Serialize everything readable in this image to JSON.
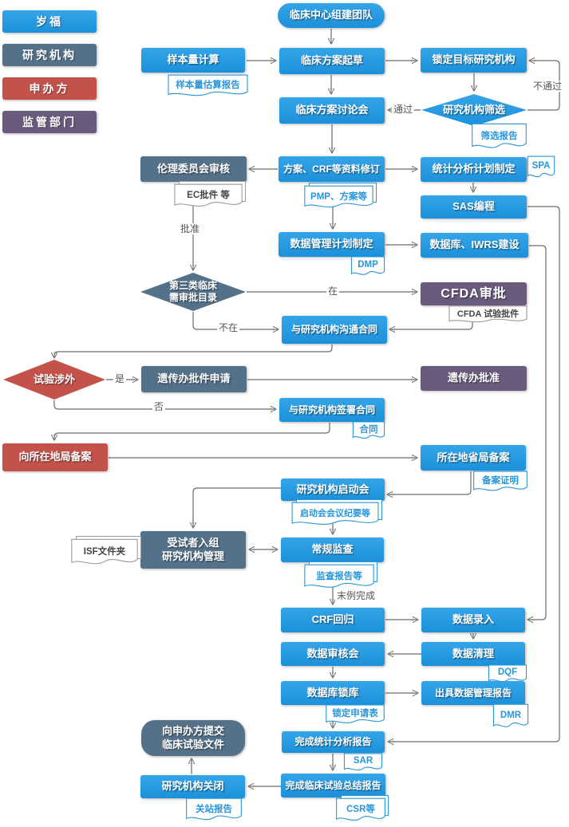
{
  "legend": {
    "items": [
      {
        "label": "岁福",
        "color": "#2197e0"
      },
      {
        "label": "研究机构",
        "color": "#54718a"
      },
      {
        "label": "申办方",
        "color": "#c3524b"
      },
      {
        "label": "监管部门",
        "color": "#6a5b7e"
      }
    ]
  },
  "nodes": {
    "team": "临床中心组建团队",
    "sample": "样本量计算",
    "draft": "临床方案起草",
    "lock_target": "锁定目标研究机构",
    "screening": "研究机构筛选",
    "discussion": "临床方案讨论会",
    "ethics": "伦理委员会审核",
    "revise": "方案、CRF等资料修订",
    "sap": "统计分析计划制定",
    "sas": "SAS编程",
    "dmp_plan": "数据管理计划制定",
    "iwrs": "数据库、IWRS建设",
    "cat3": [
      "第三类临床",
      "需审批目录"
    ],
    "cfda": "CFDA审批",
    "comm_contract": "与研究机构沟通合同",
    "foreign": "试验涉外",
    "genetic_apply": "遗传办批件申请",
    "genetic_approve": "遗传办批准",
    "sign_contract": "与研究机构签署合同",
    "local_filing": "向所在地局备案",
    "prov_filing": "所在地省局备案",
    "kickoff": "研究机构启动会",
    "enroll": [
      "受试者入组",
      "研究机构管理"
    ],
    "monitor": "常规监查",
    "crf_return": "CRF回归",
    "data_entry": "数据录入",
    "review_meeting": "数据审核会",
    "data_clean": "数据清理",
    "db_lock": "数据库锁库",
    "dm_report": "出具数据管理报告",
    "stat_report": "完成统计分析报告",
    "submit": [
      "向申办方提交",
      "临床试验文件"
    ],
    "final_report": "完成临床试验总结报告",
    "site_close": "研究机构关闭"
  },
  "docs": {
    "sample_report": "样本量估算报告",
    "screen_report": "筛选报告",
    "ec": "EC批件 等",
    "pmp": "PMP、方案等",
    "spa": "SPA",
    "dmp": "DMP",
    "cfda_cert": "CFDA 试验批件",
    "contract": "合同",
    "filing_cert": "备案证明",
    "minutes": "启动会会议纪要等",
    "isf": "ISF文件夹",
    "monitor_reports": "监查报告等",
    "dqf": "DQF",
    "lock_form": "锁定申请表",
    "dmr": "DMR",
    "sar": "SAR",
    "csr": "CSR等",
    "close_report": "关站报告"
  },
  "edge_labels": {
    "fail": "不通过",
    "pass": "通过",
    "approved": "批准",
    "listed": "在",
    "not_listed": "不在",
    "yes": "是",
    "no": "否",
    "last_case": "末例完成"
  },
  "colors": {
    "process_blue": "#2197e0",
    "site_slate": "#54718a",
    "sponsor_red": "#c3524b",
    "regulator_purple": "#6a5b7e",
    "doc_blue": "#2a96d8",
    "doc_gray_border": "#9a9a9a",
    "edge_gray": "#6b6b6b"
  }
}
